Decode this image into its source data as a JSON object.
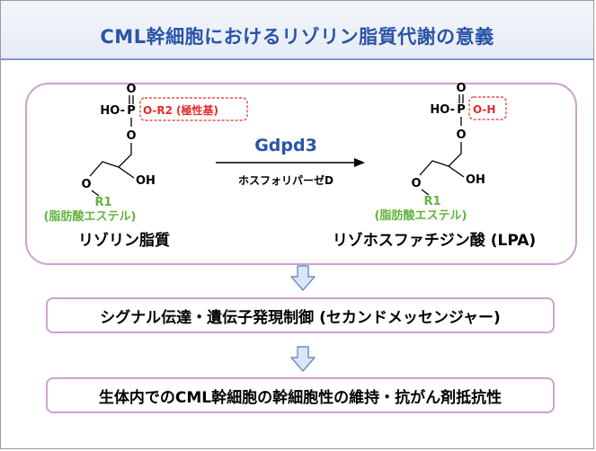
{
  "slide": {
    "title": "CML幹細胞におけるリゾリン脂質代謝の意義",
    "title_color": "#2a53a8"
  },
  "reaction": {
    "enzyme": "Gdpd3",
    "enzyme_desc": "ホスフォリパーゼD",
    "left": {
      "phosphate_o": "O",
      "phosphate_ho": "HO-",
      "phosphate_p": "P",
      "head_group": "O-R2",
      "head_group_note": "(極性基)",
      "ester_o": "O",
      "tail_o": "O",
      "oh": "OH",
      "r1": "R1",
      "r1_note": "(脂肪酸エステル)",
      "name": "リゾリン脂質"
    },
    "right": {
      "phosphate_o": "O",
      "phosphate_ho": "HO-",
      "phosphate_p": "P",
      "head_group": "O-H",
      "ester_o": "O",
      "tail_o": "O",
      "oh": "OH",
      "r1": "R1",
      "r1_note": "(脂肪酸エステル)",
      "name": "リゾホスファチジン酸 (LPA)"
    }
  },
  "flow": {
    "step1": "シグナル伝達・遺伝子発現制御 (セカンドメッセンジャー)",
    "step2": "生体内でのCML幹細胞の幹細胞性の維持・抗がん剤抵抗性"
  },
  "colors": {
    "red": "#e52b2b",
    "green": "#62b33d",
    "blue": "#2a53a8",
    "border": "#c9a3cc",
    "arrow_fill": "#dce6f6",
    "arrow_stroke": "#6d8cc6"
  }
}
